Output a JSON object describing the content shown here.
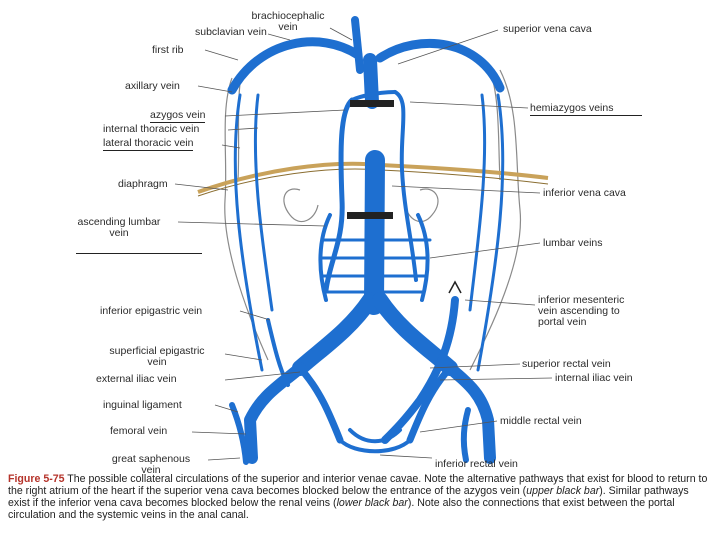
{
  "diagram": {
    "labels": {
      "brachiocephalic": "brachiocephalic\nvein",
      "subclavian": "subclavian  vein",
      "first_rib": "first rib",
      "axillary": "axillary vein",
      "azygos": "azygos vein",
      "internal_thoracic": "internal thoracic vein",
      "lateral_thoracic": "lateral thoracic vein",
      "diaphragm": "diaphragm",
      "ascending_lumbar": "ascending lumbar\nvein",
      "inferior_epigastric": "inferior epigastric vein",
      "superficial_epigastric": "superficial epigastric\nvein",
      "external_iliac": "external iliac vein",
      "inguinal_ligament": "inguinal ligament",
      "femoral": "femoral vein",
      "great_saphenous": "great saphenous\nvein",
      "superior_vena_cava": "superior vena cava",
      "hemiazygos": "hemiazygos veins",
      "inferior_vena_cava": "inferior vena cava",
      "lumbar": "lumbar veins",
      "inferior_mesenteric": "inferior mesenteric\nvein ascending to\nportal vein",
      "superior_rectal": "superior rectal vein",
      "internal_iliac": "internal iliac vein",
      "middle_rectal": "middle rectal vein",
      "inferior_rectal": "inferior rectal vein"
    },
    "colors": {
      "vein": "#1e6fd0",
      "diaphragm": "#c9a25a",
      "outline": "#8a8a8a",
      "bar": "#222222"
    }
  },
  "caption": {
    "figure": "Figure 5-75",
    "part1": " The possible collateral circulations of the superior and interior venae cavae. Note the alternative pathways that exist for blood to return to the right atrium of the heart if the superior vena cava becomes blocked below the entrance of the azygos vein (",
    "upper_bar": "upper black bar",
    "part2": "). Similar pathways exist if the inferior vena cava becomes blocked below the renal veins (",
    "lower_bar": "lower black bar",
    "part3": "). Note also the connections that exist between the portal circulation and the systemic veins in the anal canal."
  }
}
